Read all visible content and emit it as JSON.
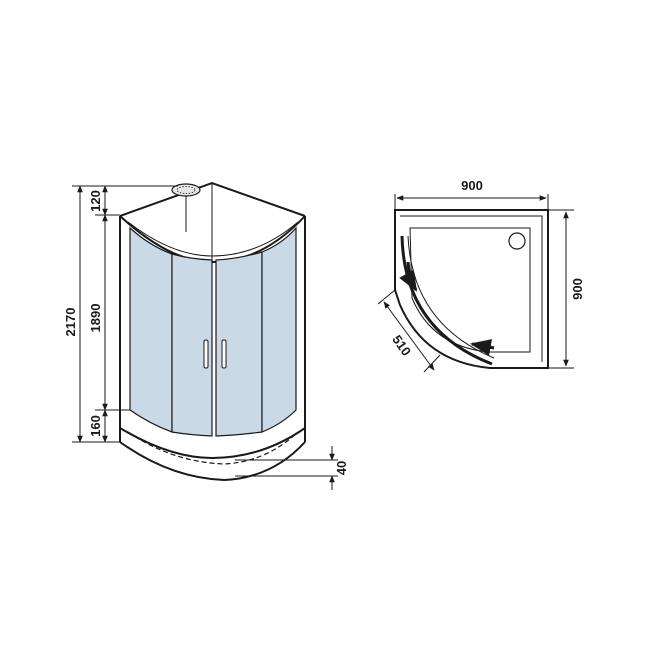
{
  "front_view": {
    "dim_total_height": "2170",
    "dim_top": "120",
    "dim_glass": "1890",
    "dim_tray": "160",
    "dim_tray_lip": "40"
  },
  "plan_view": {
    "dim_width": "900",
    "dim_depth": "900",
    "dim_door": "510"
  },
  "colors": {
    "glass": "#c9d9e6",
    "line": "#1a1a1a"
  }
}
